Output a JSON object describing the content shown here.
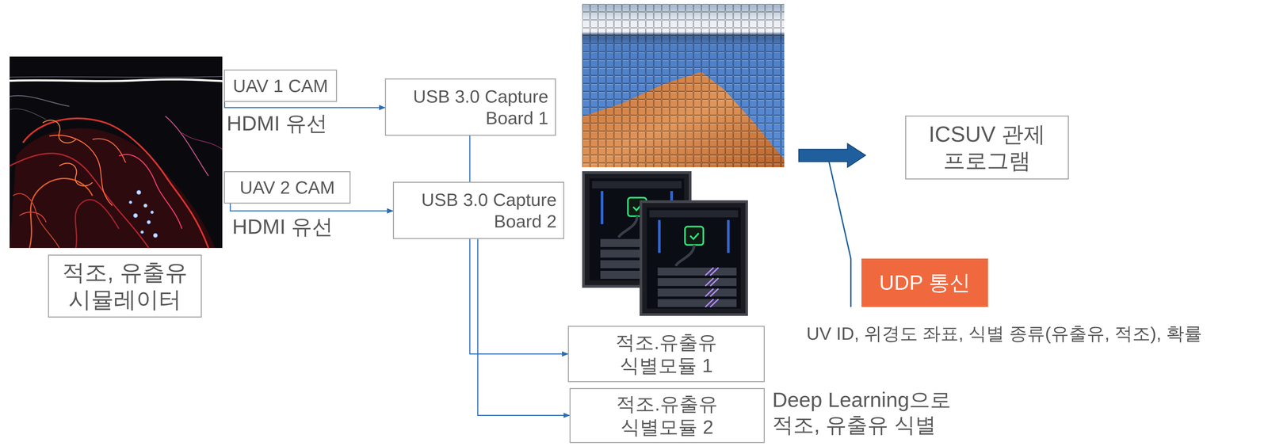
{
  "diagram": {
    "nodes": [
      {
        "text": [
          "적조, 유출유 시뮬레이터"
        ]
      },
      {
        "text": [
          "UAV 1 CAM"
        ]
      },
      {
        "text": [
          "UAV 2 CAM"
        ]
      },
      {
        "text": [
          "USB 3.0 Capture Board 1"
        ]
      },
      {
        "text": [
          "USB 3.0 Capture Board 2"
        ]
      },
      {
        "text": [
          "적조.유출유 식별모듈 1"
        ]
      },
      {
        "text": [
          "적조.유출유 식별모듈 2"
        ]
      },
      {
        "text": [
          "ICSUV 관제 프로그램"
        ]
      },
      {
        "text": [
          "UDP 통신"
        ]
      }
    ],
    "edges": [
      {
        "from": 1,
        "to": 3,
        "arrow": "to",
        "label": "HDMI 유선"
      },
      {
        "from": 2,
        "to": 4,
        "arrow": "to",
        "label": "HDMI 유선"
      },
      {
        "from": 3,
        "to": 5,
        "arrow": "to"
      },
      {
        "from": 4,
        "to": 6,
        "arrow": "to"
      }
    ],
    "labels": [
      "UV ID, 위경도 좌표, 식별 종류(유출유, 적조), 확률",
      "Deep Learning으로 적조, 유출유 식별"
    ]
  }
}
